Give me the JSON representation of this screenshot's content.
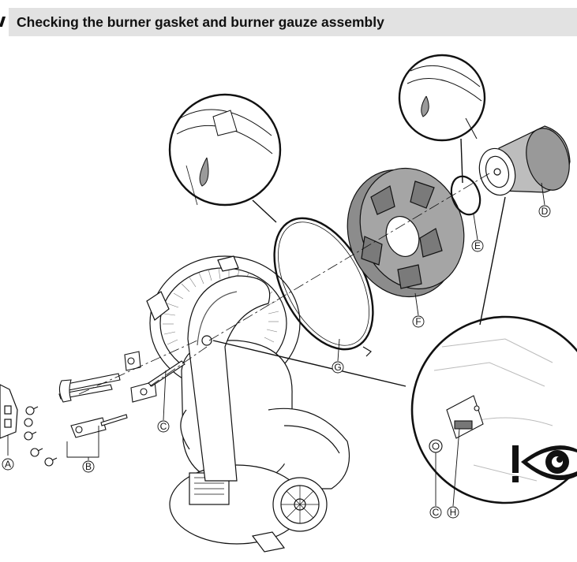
{
  "section": {
    "title": "Checking the burner gasket and burner gauze assembly"
  },
  "callouts": {
    "A": "A",
    "B": "B",
    "C": "C",
    "C2": "C",
    "D": "D",
    "E": "E",
    "F": "F",
    "G": "G",
    "H": "H"
  },
  "warning": {
    "symbol": "!"
  },
  "icons": {
    "attention": "exclamation-icon",
    "inspect": "eye-icon"
  },
  "colors": {
    "header_bg": "#e2e2e2",
    "line": "#111111",
    "gasket_fill": "#8c8c8c"
  }
}
